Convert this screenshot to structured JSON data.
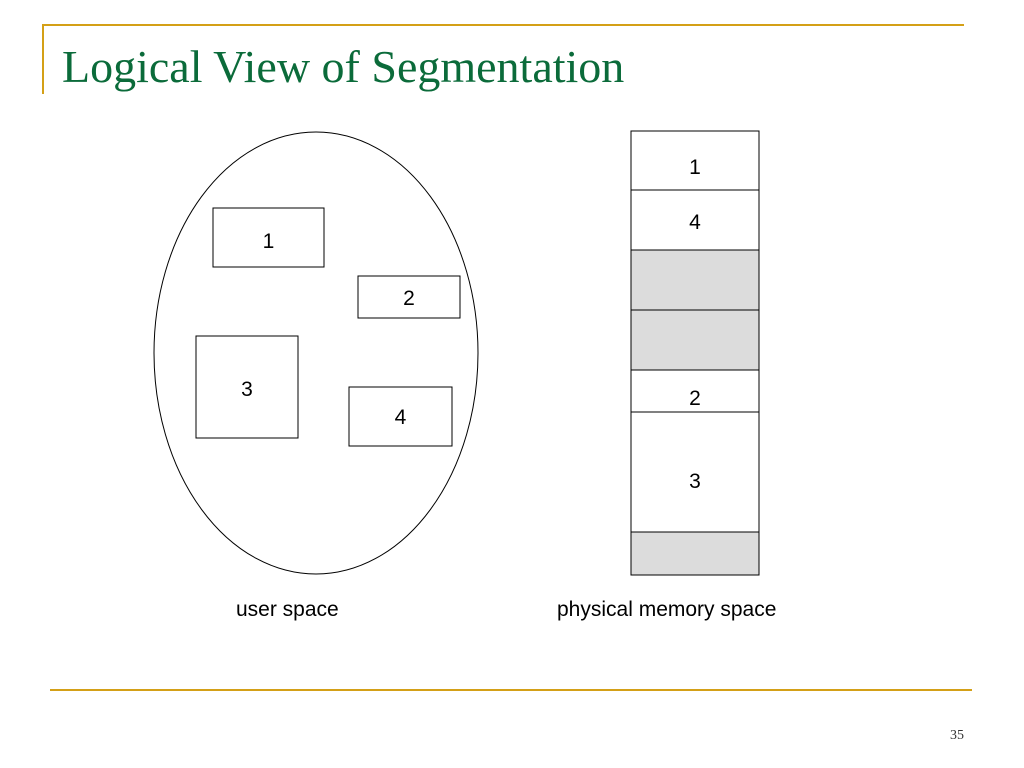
{
  "slide": {
    "title": "Logical View of Segmentation",
    "page_number": "35"
  },
  "user_space": {
    "label": "user space",
    "segments": [
      "1",
      "2",
      "3",
      "4"
    ]
  },
  "physical_memory": {
    "label": "physical memory space",
    "blocks": [
      {
        "label": "1",
        "state": "allocated"
      },
      {
        "label": "4",
        "state": "allocated"
      },
      {
        "label": "",
        "state": "free"
      },
      {
        "label": "",
        "state": "free"
      },
      {
        "label": "2",
        "state": "allocated"
      },
      {
        "label": "3",
        "state": "allocated"
      },
      {
        "label": "",
        "state": "free"
      }
    ]
  },
  "colors": {
    "title": "#0b6b3a",
    "accent": "#d4a017",
    "free_block": "#dcdcdc",
    "outline": "#000000"
  }
}
